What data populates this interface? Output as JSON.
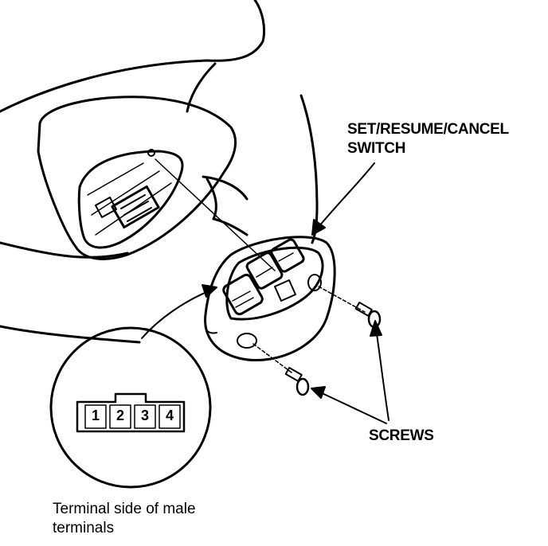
{
  "labels": {
    "switch_line1": "SET/RESUME/CANCEL",
    "switch_line2": "SWITCH",
    "screws": "SCREWS",
    "terminal_line1": "Terminal side of male",
    "terminal_line2": "terminals"
  },
  "terminals": [
    "1",
    "2",
    "3",
    "4"
  ]
}
